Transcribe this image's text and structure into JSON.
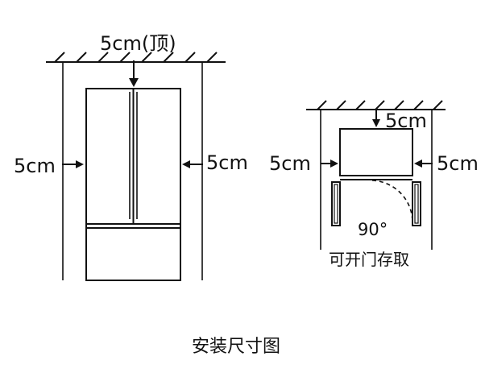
{
  "left_figure": {
    "top_clearance": "5cm(顶)",
    "left_clearance": "5cm",
    "right_clearance": "5cm"
  },
  "right_figure": {
    "top_clearance": "5cm",
    "left_clearance": "5cm",
    "right_clearance": "5cm",
    "door_angle": "90°",
    "door_note": "可开门存取"
  },
  "caption": "安装尺寸图",
  "colors": {
    "line": "#111111",
    "background": "#ffffff"
  }
}
